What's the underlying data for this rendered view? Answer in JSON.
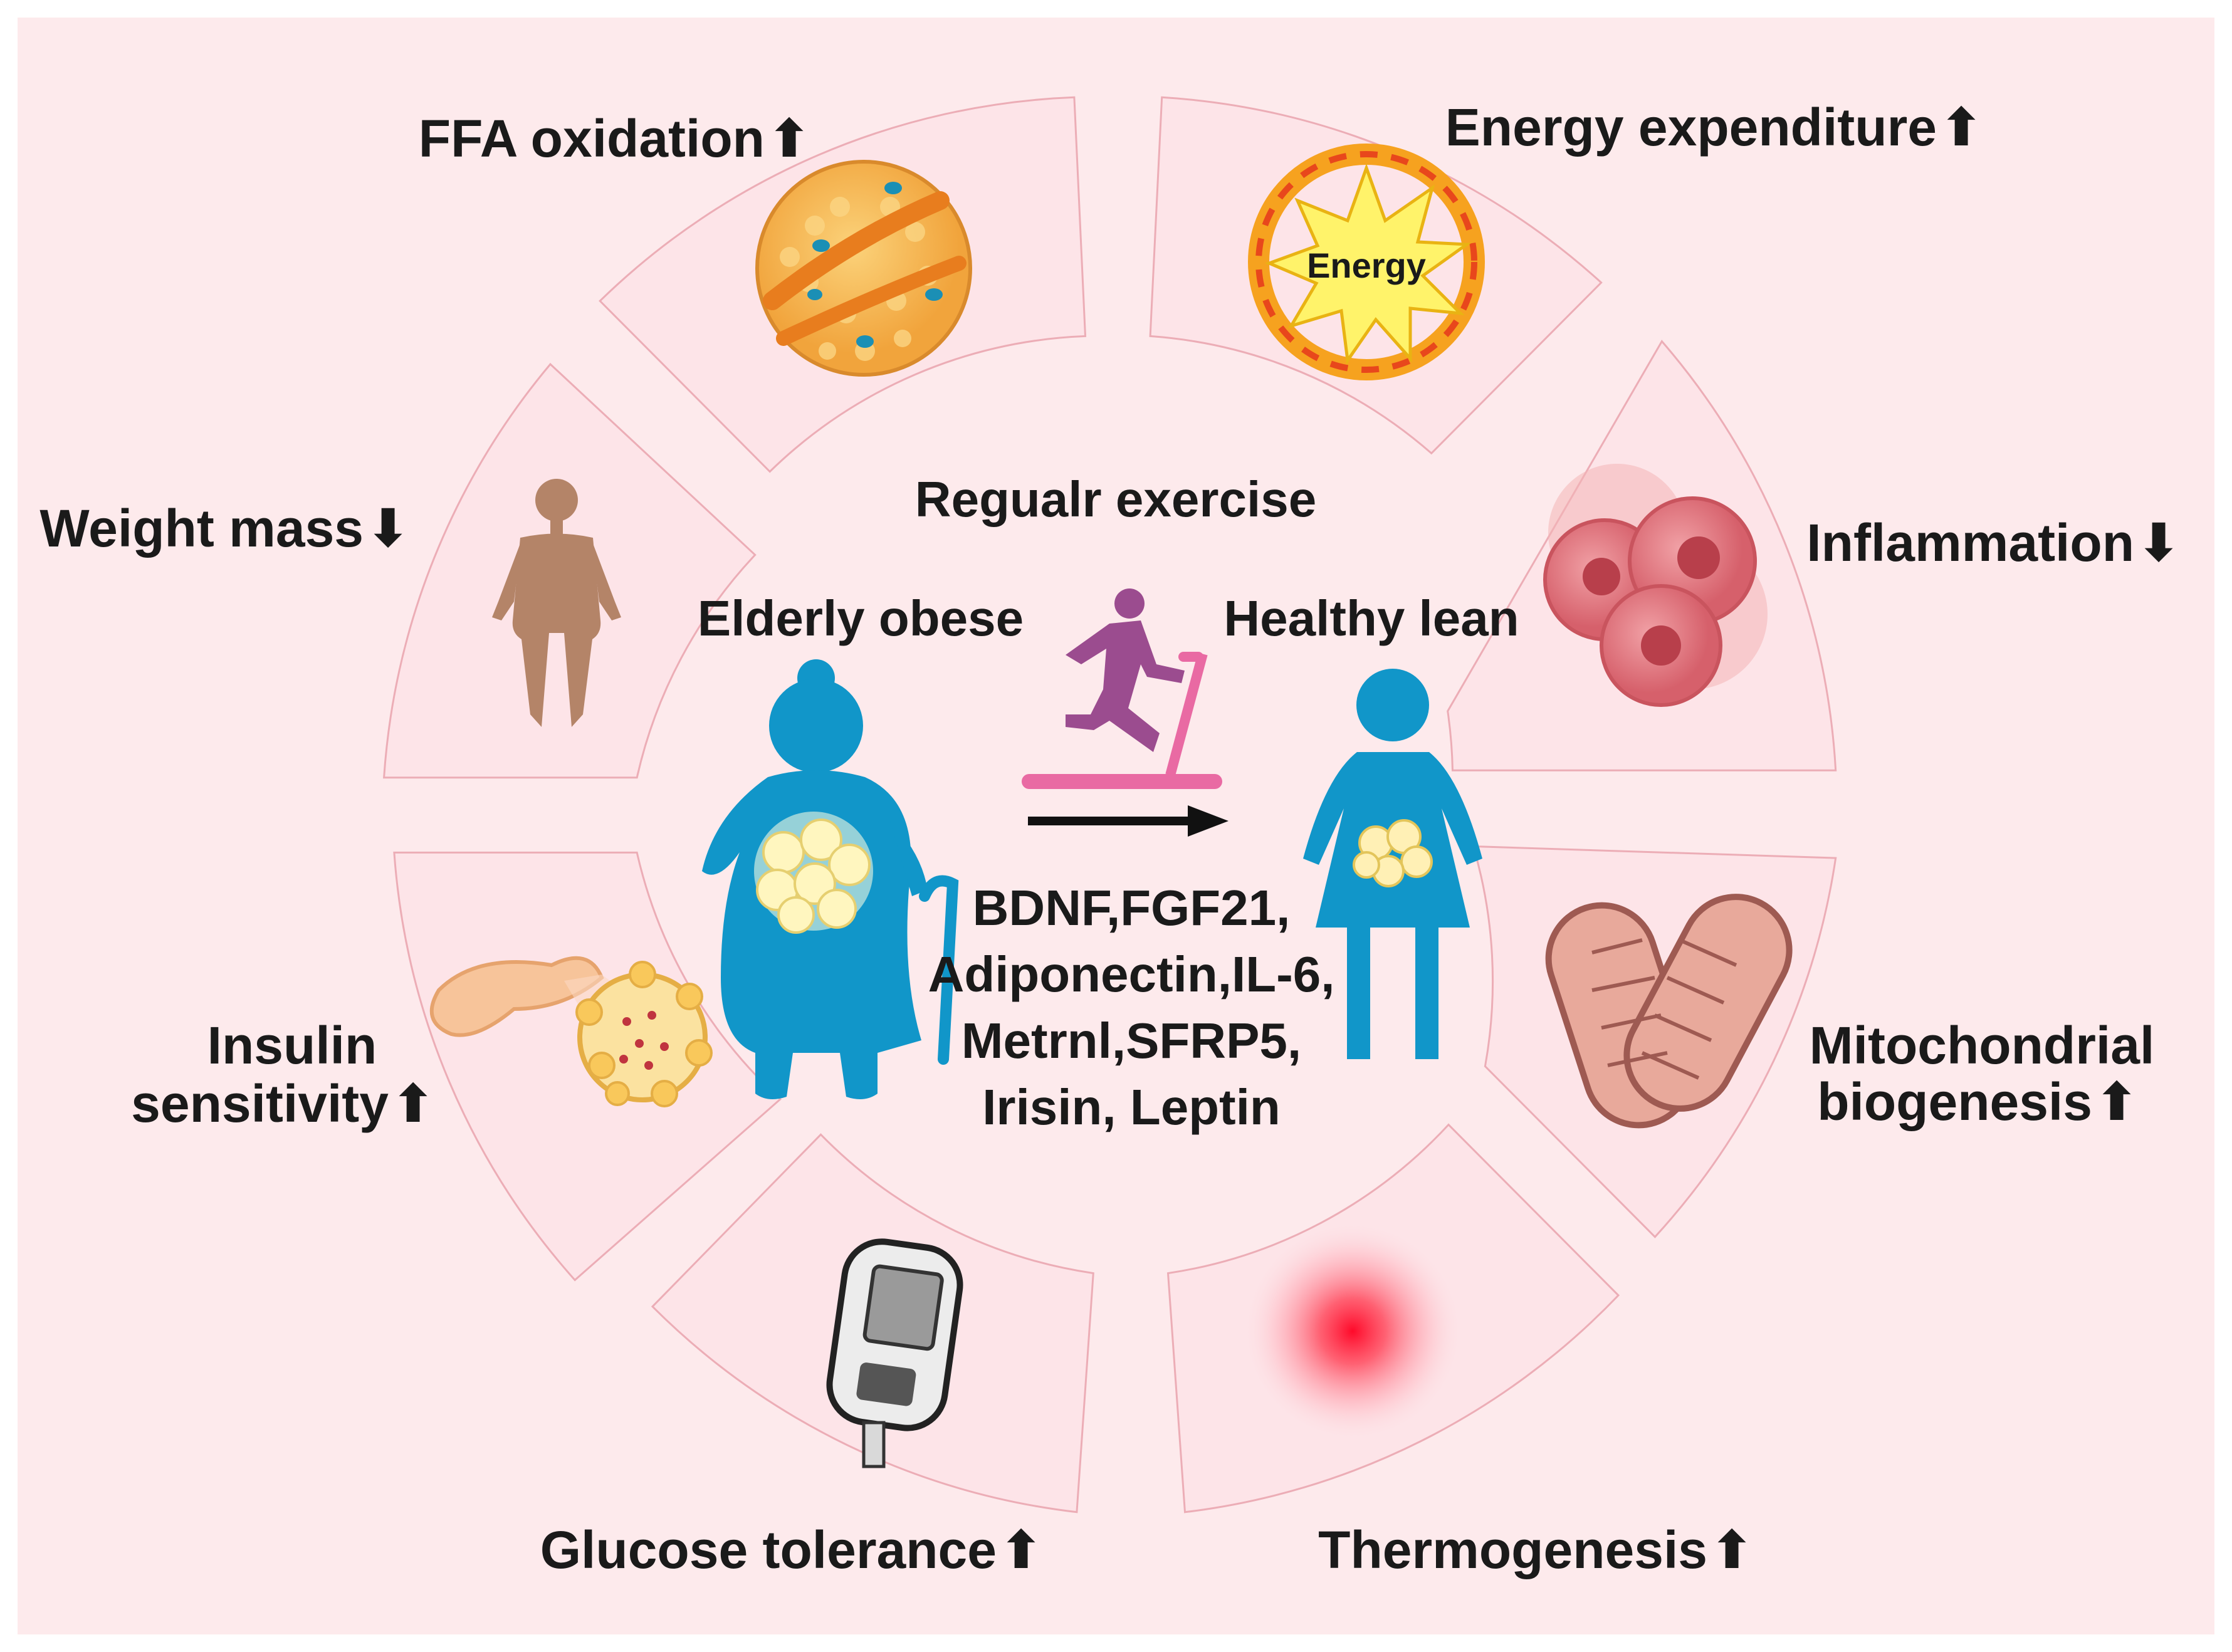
{
  "center": {
    "title": "Regualr exercise",
    "from_label": "Elderly obese",
    "to_label": "Healthy lean",
    "mediators": [
      "BDNF,FGF21,",
      "Adiponectin,IL-6,",
      "Metrnl,SFRP5,",
      "Irisin, Leptin"
    ]
  },
  "effects": {
    "ffa": "FFA oxidation",
    "energy": "Energy expenditure",
    "inflammation": "Inflammation",
    "mito_1": "Mitochondrial",
    "mito_2": "biogenesis",
    "thermo": "Thermogenesis",
    "glucose": "Glucose tolerance",
    "insulin_1": "Insulin",
    "insulin_2": "sensitivity",
    "weight": "Weight mass"
  },
  "arrows": {
    "ffa": "⬆",
    "energy": "⬆",
    "inflammation": "⬇",
    "mito": "⬆",
    "thermo": "⬆",
    "glucose": "⬆",
    "insulin": "⬆",
    "weight": "⬇"
  },
  "energy_sun_text": "Energy",
  "colors": {
    "background": "#fdeaec",
    "segment_fill": "#fde4e8",
    "segment_stroke": "#ecadb6",
    "figure_blue": "#1196c9",
    "runner_purple": "#9b4c8f",
    "treadmill_pink": "#e96aa3",
    "fat_yellow": "#fff2b3",
    "fat_orange": "#f3a43a"
  }
}
